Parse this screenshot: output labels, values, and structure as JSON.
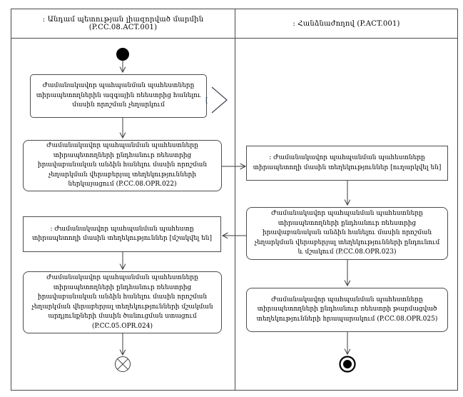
{
  "diagram": {
    "lanes": {
      "member_state": {
        "title": ": Անդամ պետության լիազորված մարմին (P.CC.08.ACT.001)"
      },
      "commission": {
        "title": ": Հանձնաժողով (P.ACT.001)"
      }
    },
    "nodes": {
      "action_cancel_decision": "Ժամանակավոր պահպանման պահեստները տիրապետողներին ազգային ռեեստրից հանելու մասին որոշման չեղարկում",
      "action_submit_info": "Ժամանակավոր պահպանման պահեստները տիրապետողների ընդհանուր ռեեստրից իրավաբանական անձին հանելու մասին որոշման չեղարկման վերաբերյալ տեղեկությունների ներկայացում (P.CC.08.OPR.022)",
      "object_info_sent": ": Ժամանակավոր պահպանման պահեստները տիրապետողի մասին տեղեկություններ [ուղարկվել են]",
      "action_receive_process": "Ժամանակավոր պահպանման պահեստները տիրապետողների ընդհանուր ռեեստրից իրավաբանական անձին հանելու մասին որոշման չեղարկման վերաբերյալ տեղեկությունների ընդունում և մշակում (P.CC.08.OPR.023)",
      "object_info_processed": ": Ժամանակավոր պահպանման պահեստը տիրապետողի մասին տեղեկություններ [մշակվել են]",
      "action_receive_notice": "Ժամանակավոր պահպանման պահեստները տիրապետողների ընդհանուր ռեեստրից իրավաբանական անձին հանելու մասին որոշման չեղարկման վերաբերյալ տեղեկությունների մշակման արդյունքների մասին ծանուցման ստացում (P.CC.05.OPR.024)",
      "action_publish_registry": "Ժամանակավոր պահպանման պահեստները տիրապետողների ընդհանուր ռեեստրի թարմացված տեղեկությունների հրապարակում (P.CC.08.OPR.025)"
    },
    "marks": {
      "connector_bracket": "["
    },
    "colors": {
      "line": "#3d3d3d",
      "text": "#000000",
      "background": "#ffffff"
    }
  }
}
